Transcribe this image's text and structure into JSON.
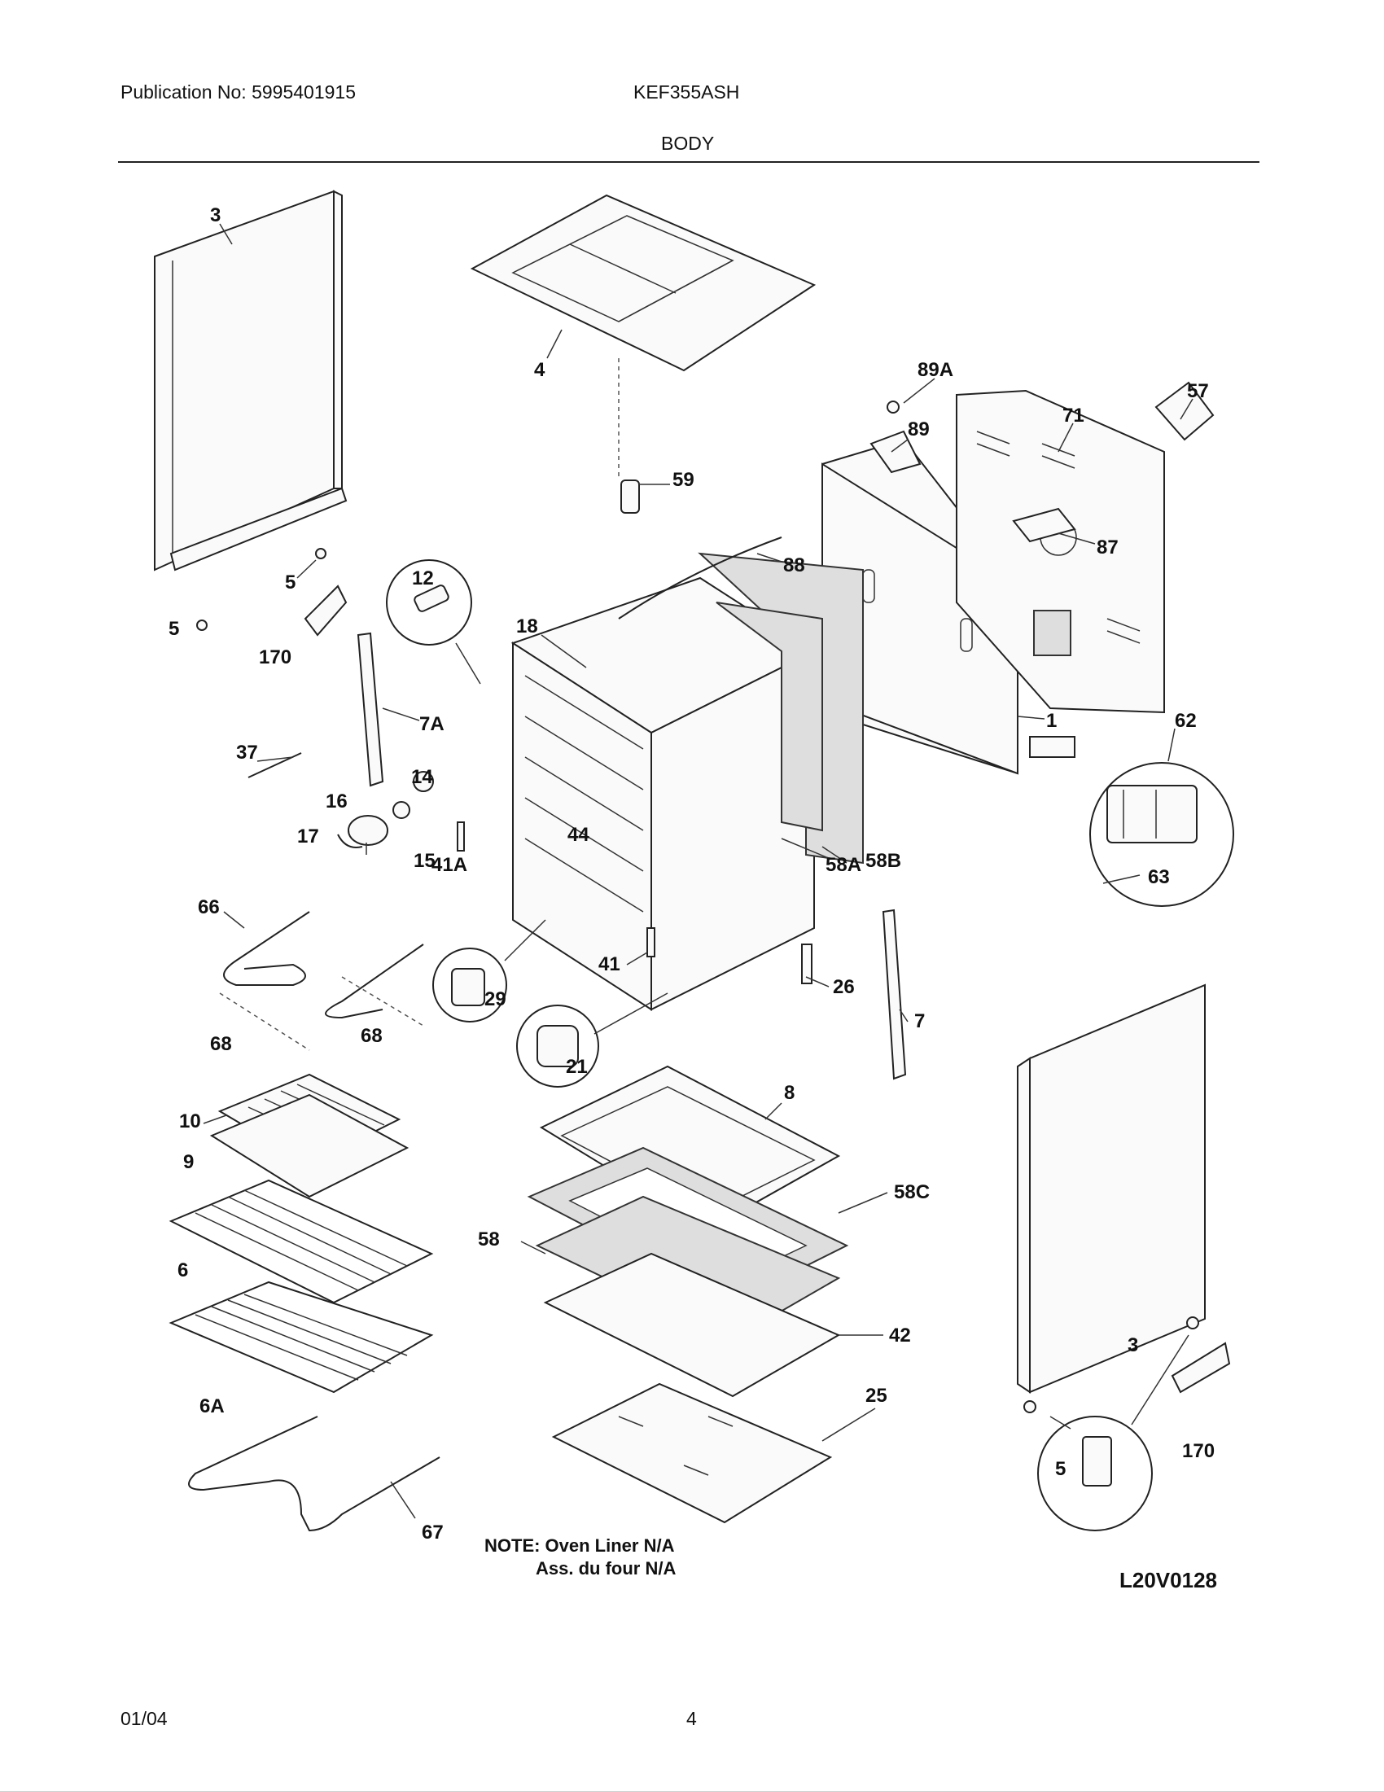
{
  "header": {
    "publication": "Publication No: 5995401915",
    "model": "KEF355ASH",
    "section": "BODY"
  },
  "footer": {
    "date": "01/04",
    "page": "4"
  },
  "diagram": {
    "code": "L20V0128",
    "note_line1": "NOTE: Oven Liner N/A",
    "note_line2": "Ass. du four N/A",
    "callouts": {
      "c3a": "3",
      "c4": "4",
      "c89a": "89A",
      "c57": "57",
      "c89": "89",
      "c71": "71",
      "c59": "59",
      "c87": "87",
      "c88": "88",
      "c5a": "5",
      "c5b": "5",
      "c12": "12",
      "c170a": "170",
      "c18": "18",
      "c7a": "7A",
      "c1": "1",
      "c62": "62",
      "c37": "37",
      "c14": "14",
      "c16": "16",
      "c17": "17",
      "c15": "15",
      "c44": "44",
      "c41a": "41A",
      "c58a": "58A",
      "c58b": "58B",
      "c63": "63",
      "c66": "66",
      "c41": "41",
      "c26": "26",
      "c29": "29",
      "c7": "7",
      "c68a": "68",
      "c68b": "68",
      "c21": "21",
      "c8": "8",
      "c10": "10",
      "c9": "9",
      "c58c": "58C",
      "c58": "58",
      "c6": "6",
      "c42": "42",
      "c3b": "3",
      "c6a": "6A",
      "c25": "25",
      "c170b": "170",
      "c5c": "5",
      "c67": "67"
    }
  }
}
